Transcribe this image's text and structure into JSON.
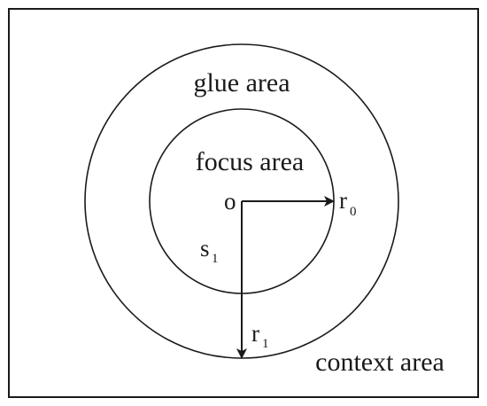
{
  "diagram": {
    "labels": {
      "glue": "glue area",
      "focus": "focus area",
      "context": "context area",
      "origin": "o",
      "r0_base": "r",
      "r0_sub": "0",
      "r1_base": "r",
      "r1_sub": "1",
      "s1_base": "s",
      "s1_sub": "1"
    },
    "colors": {
      "stroke": "#1a1a1a",
      "background": "#ffffff"
    }
  }
}
